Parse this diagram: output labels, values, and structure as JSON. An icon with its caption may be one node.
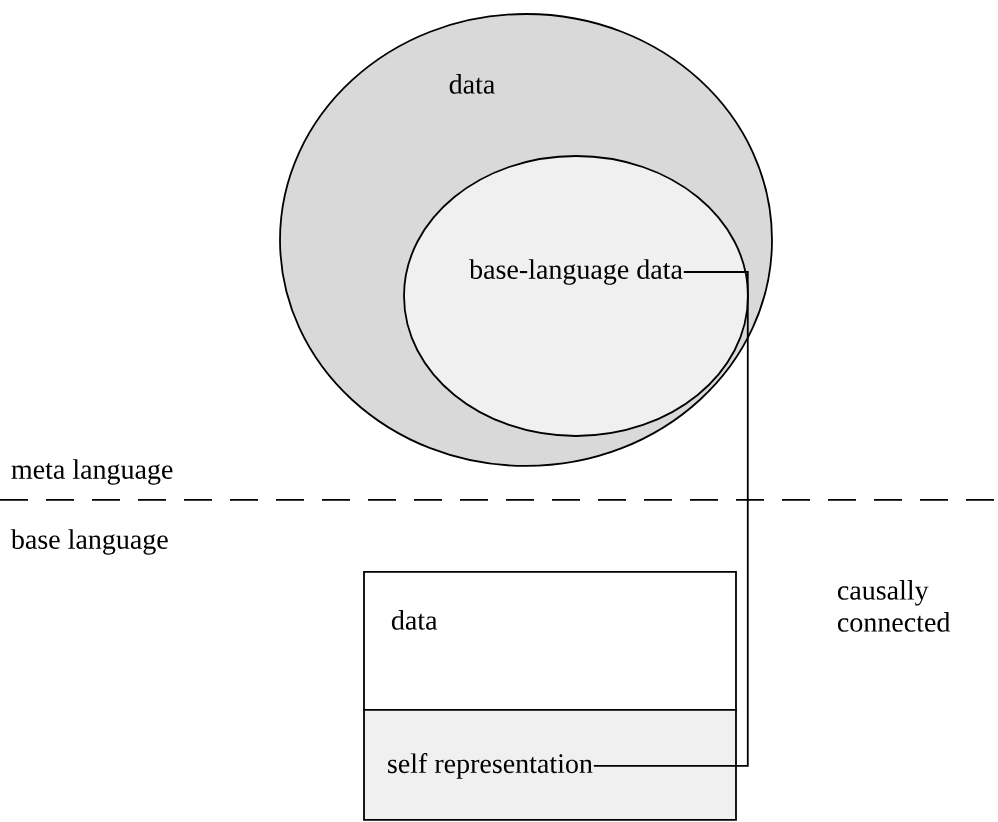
{
  "diagram": {
    "nodes": [
      {
        "text": [
          "data"
        ]
      },
      {
        "text": [
          "base-language data"
        ],
        "in": 0
      },
      {
        "text": [
          "data"
        ]
      },
      {
        "text": [
          "self representation"
        ]
      }
    ],
    "edges": [
      {
        "from": 1,
        "to": 3,
        "arrow": "none",
        "label": "causally connected"
      }
    ],
    "labels": [
      "meta language",
      "base language"
    ]
  }
}
